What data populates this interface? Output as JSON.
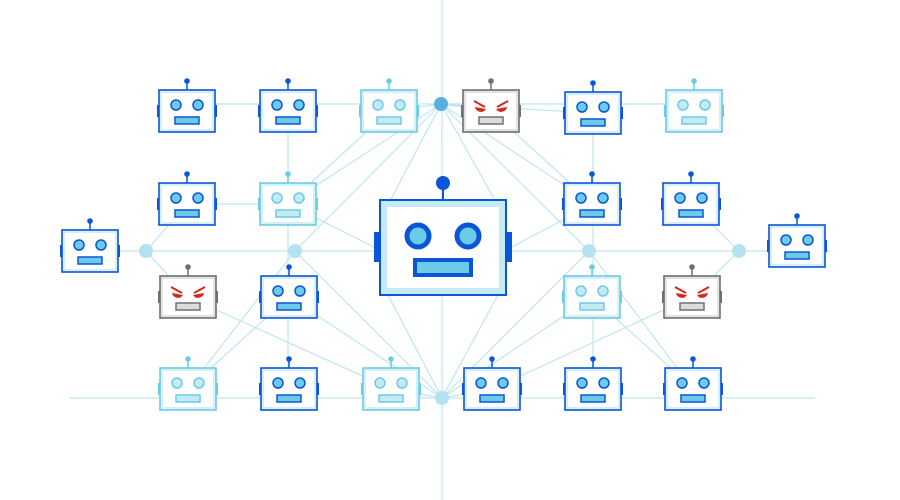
{
  "colors": {
    "background": "#ffffff",
    "line": "#bfe6f2",
    "hub_node": "#5aaee0",
    "node": "#b4e2f0",
    "blue_robot": {
      "frame": "#0a56d8",
      "inner": "#d8eefa",
      "face": "#ffffff",
      "eye": "#6ccbe6"
    },
    "light_robot": {
      "frame": "#6ccbe6",
      "inner": "#d6f0f8",
      "face": "#ffffff",
      "eye": "#c4eaf4"
    },
    "bad_robot": {
      "frame": "#707070",
      "inner": "#e2e2e2",
      "face": "#ffffff",
      "eye": "#d42a1e"
    }
  },
  "robots": {
    "variants": [
      "blue",
      "blue",
      "light",
      "bad",
      "blue",
      "light",
      "blue",
      "light",
      "blue",
      "blue",
      "blue",
      "blue",
      "bad",
      "blue",
      "light",
      "bad",
      "light",
      "blue",
      "light",
      "blue",
      "blue",
      "blue"
    ],
    "center_variant": "blue-large"
  },
  "icons": {
    "robot": "robot-head-icon",
    "angry_robot": "angry-robot-icon",
    "node": "network-node-icon"
  }
}
